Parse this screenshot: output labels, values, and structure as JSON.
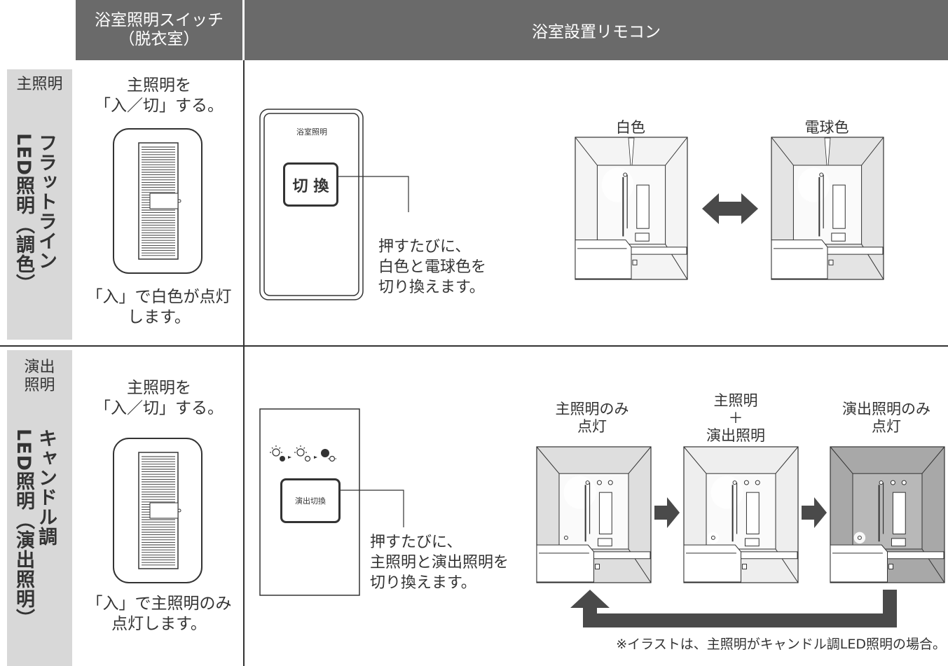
{
  "header": {
    "col1": "浴室照明スイッチ\n（脱衣室）",
    "col1_line1": "浴室照明スイッチ",
    "col1_line2": "（脱衣室）",
    "col2": "浴室設置リモコン"
  },
  "row_main": {
    "category": "主照明",
    "type_line1": "フラットライン",
    "type_line2": "LED照明（調色）",
    "switch_top_line1": "主照明を",
    "switch_top_line2": "「入／切」する。",
    "switch_bottom_line1": "「入」で白色が点灯",
    "switch_bottom_line2": "します。",
    "remote_title": "浴室照明",
    "remote_button": "切 換",
    "desc_line1": "押すたびに、",
    "desc_line2": "白色と電球色を",
    "desc_line3": "切り換えます。",
    "state1": "白色",
    "state2": "電球色"
  },
  "row_effect": {
    "category_line1": "演出",
    "category_line2": "照明",
    "type_line1": "キャンドル調",
    "type_line2": "LED照明（演出照明）",
    "switch_top_line1": "主照明を",
    "switch_top_line2": "「入／切」する。",
    "switch_bottom_line1": "「入」で主照明のみ",
    "switch_bottom_line2": "点灯します。",
    "remote_button": "演出切換",
    "desc_line1": "押すたびに、",
    "desc_line2": "主照明と演出照明を",
    "desc_line3": "切り換えます。",
    "state1_line1": "主照明のみ",
    "state1_line2": "点灯",
    "state2_line1": "主照明",
    "state2_line2": "＋",
    "state2_line3": "演出照明",
    "state3_line1": "演出照明のみ",
    "state3_line2": "点灯",
    "note": "※イラストは、主照明がキャンドル調LED照明の場合。"
  },
  "colors": {
    "header_bg": "#6a6a6a",
    "side_bg": "#d8d8d8",
    "arrow": "#4a4a4a"
  }
}
